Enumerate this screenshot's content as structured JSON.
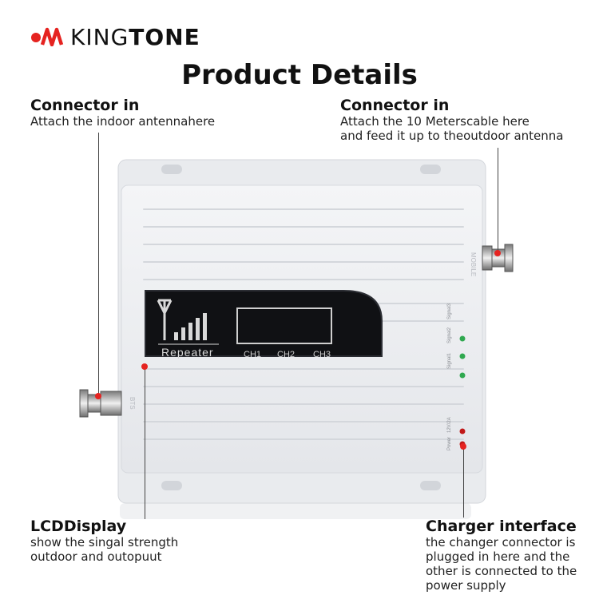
{
  "brand": {
    "name_light": "KING",
    "name_bold": "TONE",
    "accent": "#e52320"
  },
  "title": "Product Details",
  "callouts": {
    "connector_left": {
      "heading": "Connector in",
      "desc": "Attach the indoor antennahere"
    },
    "connector_right": {
      "heading": "Connector in",
      "line1": "Attach the 10 Meterscable here",
      "line2": "and feed it up to theoutdoor antenna"
    },
    "lcd": {
      "heading": "LCDDisplay",
      "line1": "show the singal strength",
      "line2": "outdoor and outopuut"
    },
    "charger": {
      "heading": "Charger interface",
      "line1": "the changer connector is",
      "line2": "plugged in here and the",
      "line3": "other is connected to the",
      "line4": "power supply"
    }
  },
  "device": {
    "panel_label": "Repeater",
    "channels": [
      "CH1",
      "CH2",
      "CH3"
    ],
    "port_right_label": "MOBILE",
    "port_left_label": "BTS",
    "signals": [
      "Signal3",
      "Signal2",
      "Signal1"
    ],
    "power_label": "Power",
    "power_spec": "12V/2A",
    "led_green": "#2fa84f",
    "led_red": "#c01818"
  }
}
